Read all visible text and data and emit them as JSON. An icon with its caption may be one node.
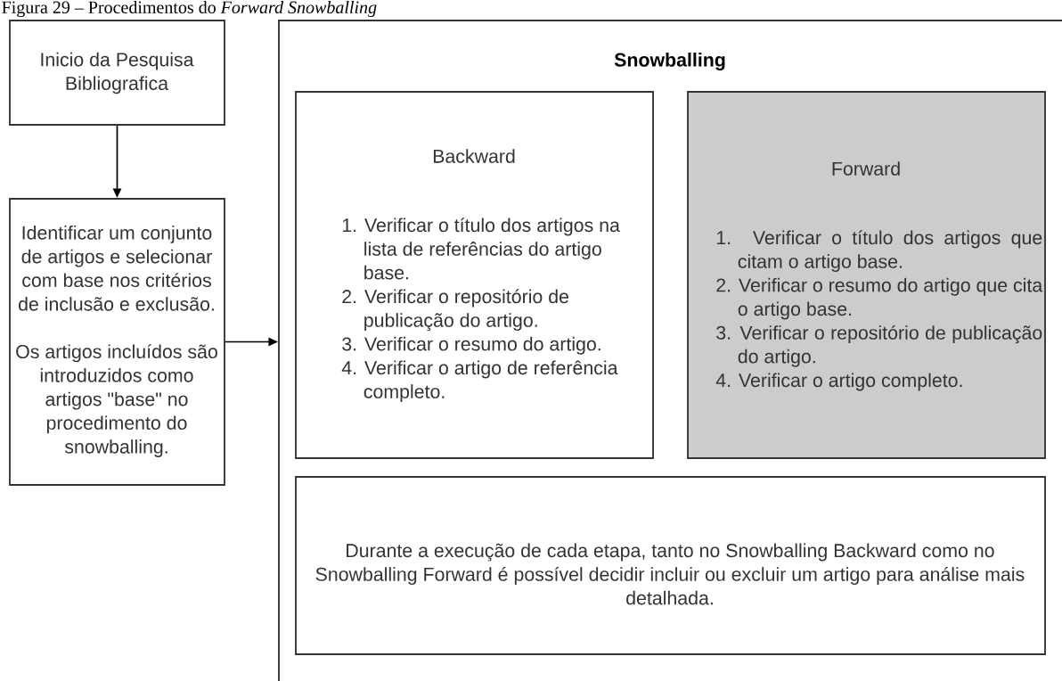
{
  "diagram": {
    "title": "Figura 29 – Procedimentos do *Forward Snowballing*",
    "nodes": [
      {
        "text": [
          "Inicio da Pesquisa Bibliografica"
        ]
      },
      {
        "text": [
          "Identificar um conjunto de artigos e selecionar com base nos critérios de inclusão e exclusão.",
          "Os artigos incluídos são introduzidos como artigos \"base\" no procedimento do snowballing."
        ]
      },
      {
        "text": [
          "Snowballing"
        ]
      },
      {
        "text": [
          "Backward",
          "1. Verificar o título dos artigos na lista de referências do artigo base.",
          "2. Verificar o repositório de publicação do artigo.",
          "3. Verificar o resumo do artigo.",
          "4. Verificar o artigo de referência completo."
        ],
        "in": 2
      },
      {
        "text": [
          "Forward",
          "1. Verificar o título dos artigos que citam o artigo base.",
          "2. Verificar o resumo do artigo que cita o artigo base.",
          "3. Verificar o repositório de publicação do artigo.",
          "4. Verificar o artigo completo."
        ],
        "in": 2
      },
      {
        "text": [
          "Durante a execução de cada etapa, tanto no Snowballing Backward como no Snowballing Forward é possível decidir incluir ou excluir um artigo para análise mais detalhada."
        ],
        "in": 2
      }
    ],
    "edges": [
      {
        "from": 0,
        "to": 1,
        "arrow": "to"
      },
      {
        "from": 1,
        "to": 2,
        "arrow": "to"
      }
    ]
  }
}
